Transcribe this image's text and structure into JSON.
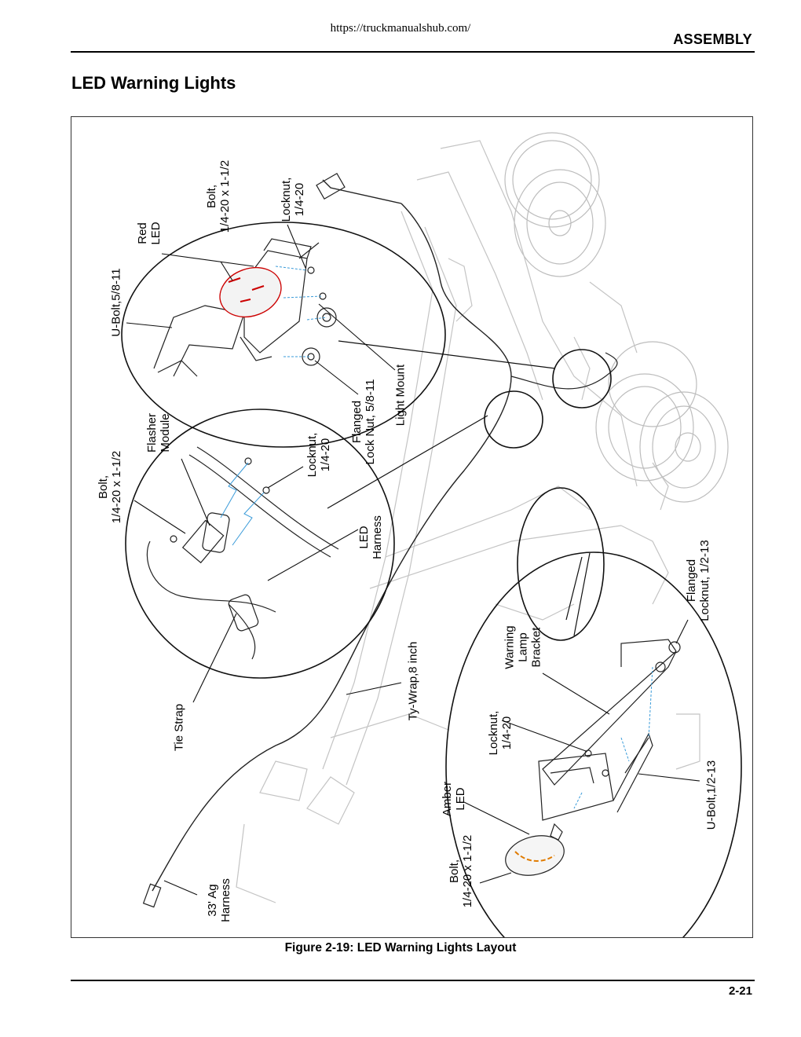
{
  "header": {
    "url": "https://truckmanualshub.com/",
    "section": "ASSEMBLY"
  },
  "title": "LED Warning Lights",
  "figure": {
    "caption": "Figure 2-19:  LED Warning Lights Layout",
    "callouts": {
      "bolt_top": "Bolt,\n1/4-20 x 1-1/2",
      "red_led": "Red\nLED",
      "locknut_top": "Locknut,\n1/4-20",
      "ubolt_5_8": "U-Bolt,5/8-11",
      "light_mount": "Light Mount",
      "flanged_lock_nut": "Flanged\nLock Nut, 5/8-11",
      "locknut_mid": "Locknut,\n1/4-20",
      "flasher_module": "Flasher\nModule",
      "bolt_mid": "Bolt,\n1/4-20 x 1-1/2",
      "led_harness": "LED\nHarness",
      "tie_strap": "Tie Strap",
      "ty_wrap": "Ty-Wrap,8 inch",
      "ag_harness": "33' Ag\nHarness",
      "warning_lamp_bracket": "Warning\nLamp\nBracket",
      "locknut_bottom": "Locknut,\n1/4-20",
      "amber_led": "Amber\nLED",
      "bolt_bottom": "Bolt,\n1/4-20 x 1-1/2",
      "flanged_locknut_1_2": "Flanged\nLocknut, 1/2-13",
      "ubolt_1_2": "U-Bolt,1/2-13"
    }
  },
  "footer": {
    "page_number": "2-21"
  }
}
